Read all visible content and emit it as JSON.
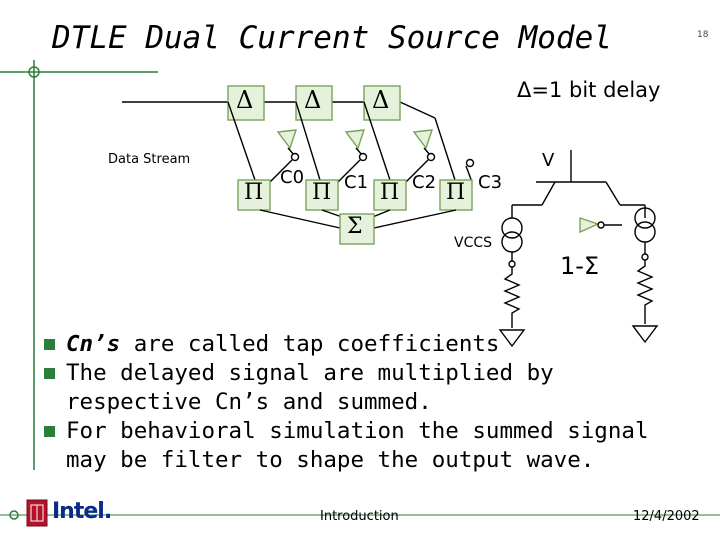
{
  "slide": {
    "title": "DTLE Dual Current Source Model",
    "page_number": "18",
    "delay_note": "Δ=1 bit delay",
    "footer_center": "Introduction",
    "footer_date": "12/4/2002",
    "logo_text": "Intel."
  },
  "diagram": {
    "input_label": "Data Stream",
    "delay_symbol": "Δ",
    "multiplier_symbol": "Π",
    "sum_symbol": "Σ",
    "tap_labels": [
      "C0",
      "C1",
      "C2",
      "C3"
    ],
    "vccs_label": "VCCS",
    "voltage_label": "V",
    "complement_label": "1-Σ"
  },
  "bullets": [
    {
      "emph": "Cn’s",
      "rest": " are called tap coefficients",
      "cont": ""
    },
    {
      "emph": "",
      "rest": "The delayed signal are multiplied by",
      "cont": "respective Cn’s and summed."
    },
    {
      "emph": "",
      "rest": "For behavioral simulation the summed signal",
      "cont": "may be filter to shape the output wave."
    }
  ],
  "colors": {
    "accent_green": "#2a7f3a",
    "text": "#000000",
    "intel_blue": "#0b2a8a",
    "logo_red": "#b3122a"
  }
}
